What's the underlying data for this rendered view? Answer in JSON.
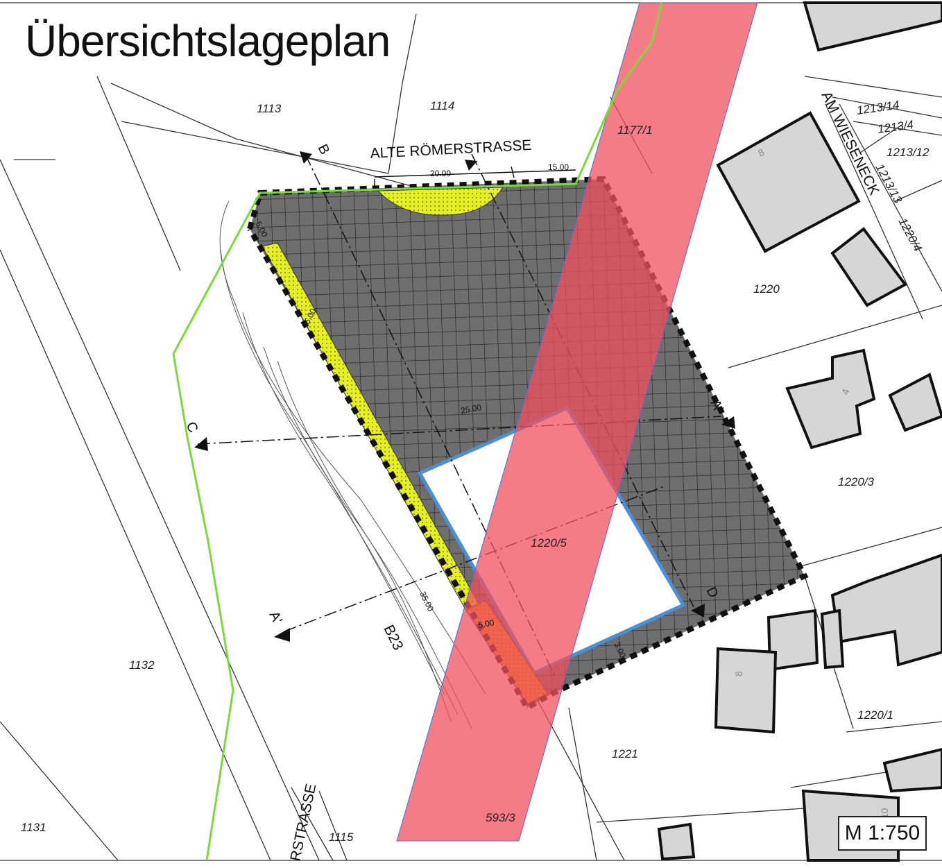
{
  "map": {
    "title": "Übersichtslageplan",
    "scale": "M 1:750",
    "streets": {
      "alte_roemerstrasse": "ALTE RÖMERSTRASSE",
      "am_wieseneck": "AM WIESENECK",
      "roemerstrasse_partial": "RSTRASSE",
      "b23": "B23"
    },
    "parcels": {
      "p1113": "1113",
      "p1114": "1114",
      "p1177_1": "1177/1",
      "p1213_14": "1213/14",
      "p1213_4": "1213/4",
      "p1213_12": "1213/12",
      "p1213_13": "1213/13",
      "p1220_4": "1220/4",
      "p1220": "1220",
      "p1220_3": "1220/3",
      "p1220_5": "1220/5",
      "p1220_1": "1220/1",
      "p1221": "1221",
      "p1132": "1132",
      "p1131": "1131",
      "p1115": "1115",
      "p593_3": "593/3"
    },
    "dimensions": {
      "d20": "20.00",
      "d15": "15.00",
      "d5a": "5.00",
      "d5b": "5.00",
      "d5c": "5.00",
      "d25": "25.00",
      "d35": "35.00",
      "d3": "3.00"
    },
    "house_numbers": {
      "h8a": "8",
      "h4": "4",
      "h8b": "8",
      "h10": "10"
    },
    "section_markers": {
      "b": "B",
      "c": "C",
      "a_right": "A'",
      "a_left": "A'",
      "d": "D"
    },
    "colors": {
      "building_area": "#6e6e6e",
      "corridor": "#f0505e",
      "green_boundary": "#7ed83a",
      "yellow_strip": "#e4f020",
      "orange_strip": "#f09a18",
      "blue_frame": "#4a8fd8",
      "neighbor_building": "#d6d6d6"
    }
  }
}
